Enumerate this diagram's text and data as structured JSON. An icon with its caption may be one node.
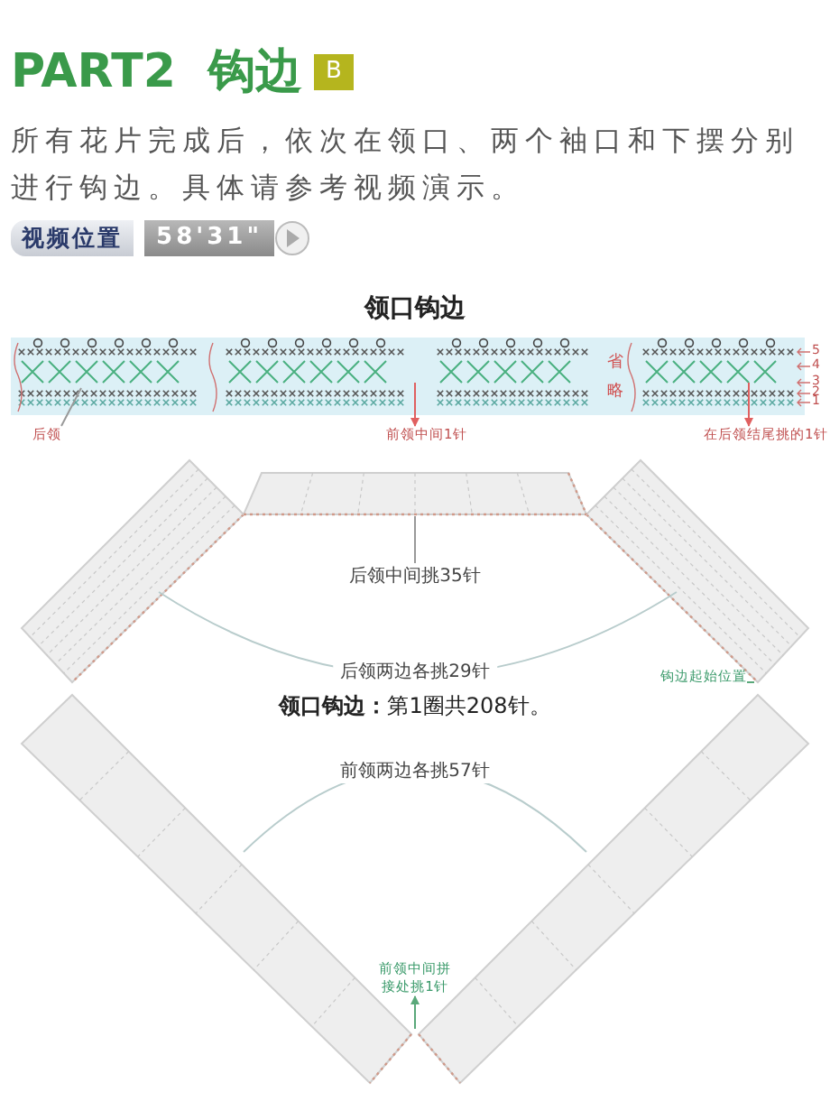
{
  "diagram": {
    "title": "PART2  钩边",
    "nodes": [
      {
        "text": [
          "后领"
        ]
      },
      {
        "text": [
          "前领中间1针"
        ]
      },
      {
        "text": [
          "在后领结尾挑的1针"
        ]
      },
      {
        "text": [
          "后领中间挑35针"
        ]
      },
      {
        "text": [
          "钩边起始位置"
        ]
      },
      {
        "text": [
          "前领中间拼接处挑1针"
        ]
      }
    ],
    "edges": [
      {
        "from": 0,
        "to": null,
        "arrow": "none",
        "color": "#999999"
      },
      {
        "from": null,
        "to": 1,
        "arrow": "to",
        "color": "#e06060"
      },
      {
        "from": null,
        "to": 2,
        "arrow": "to",
        "color": "#e06060"
      },
      {
        "from": 3,
        "to": null,
        "arrow": "none",
        "color": "#999999"
      },
      {
        "from": 4,
        "to": null,
        "arrow": "none",
        "color": "#5aa87a"
      },
      {
        "from": null,
        "to": 5,
        "arrow": "to",
        "color": "#5aa87a"
      }
    ],
    "labels": [
      "B",
      "所有花片完成后，依次在领口、两个袖口和下摆分别进行钩边。具体请参考视频演示。",
      "视频位置",
      "58'31\"",
      "领口钩边",
      "省略",
      "5",
      "4",
      "3",
      "2",
      "1",
      "后领两边各挑29针",
      "**领口钩边：**第1圈共208针。",
      "前领两边各挑57针"
    ]
  }
}
